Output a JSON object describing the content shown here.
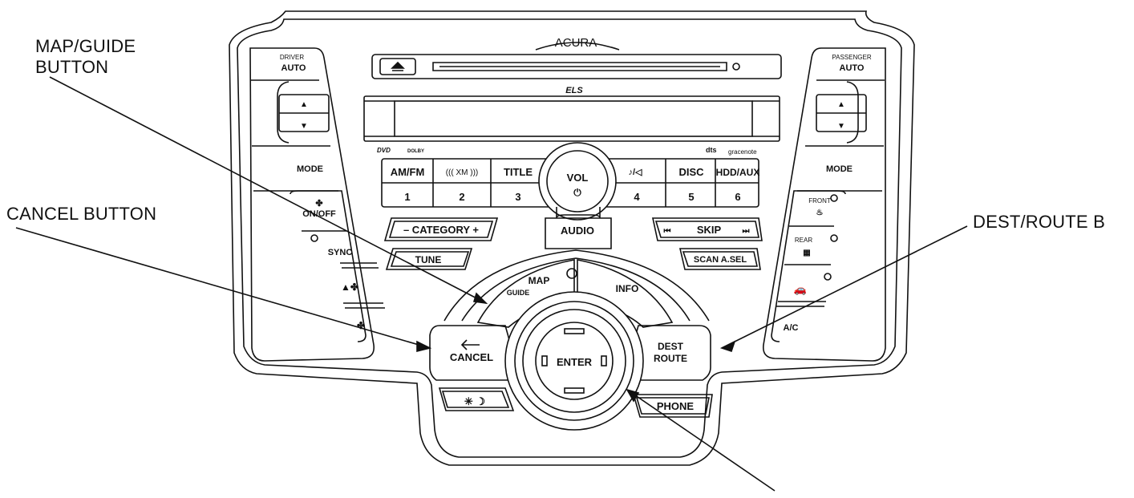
{
  "callouts": {
    "map_guide_line1": "MAP/GUIDE",
    "map_guide_line2": "BUTTON",
    "cancel": "CANCEL BUTTON",
    "dest_route": "DEST/ROUTE B"
  },
  "panel": {
    "brand": "ACURA",
    "els_logo": "ELS",
    "dvd_logo": "DVD",
    "dolby_logo": "DOLBY",
    "dts_logo": "dts",
    "gracenote_logo": "gracenote",
    "driver_label": "DRIVER",
    "driver_auto": "AUTO",
    "passenger_label": "PASSENGER",
    "passenger_auto": "AUTO",
    "mode_left": "MODE",
    "mode_right": "MODE",
    "on_off": "ON/OFF",
    "sync": "SYNC",
    "front": "FRONT",
    "rear": "REAR",
    "ac": "A/C",
    "am_fm": "AM/FM",
    "xm": "((( XM )))",
    "title": "TITLE",
    "disc": "DISC",
    "hdd_aux": "HDD/AUX",
    "preset_1": "1",
    "preset_2": "2",
    "preset_3": "3",
    "preset_4": "4",
    "preset_5": "5",
    "preset_6": "6",
    "vol": "VOL",
    "category": "– CATEGORY +",
    "tune": "TUNE",
    "audio": "AUDIO",
    "skip": "SKIP",
    "scan_asel": "SCAN A.SEL",
    "map": "MAP",
    "guide": "GUIDE",
    "info": "INFO",
    "cancel": "CANCEL",
    "enter": "ENTER",
    "dest": "DEST",
    "route": "ROUTE",
    "phone": "PHONE"
  }
}
